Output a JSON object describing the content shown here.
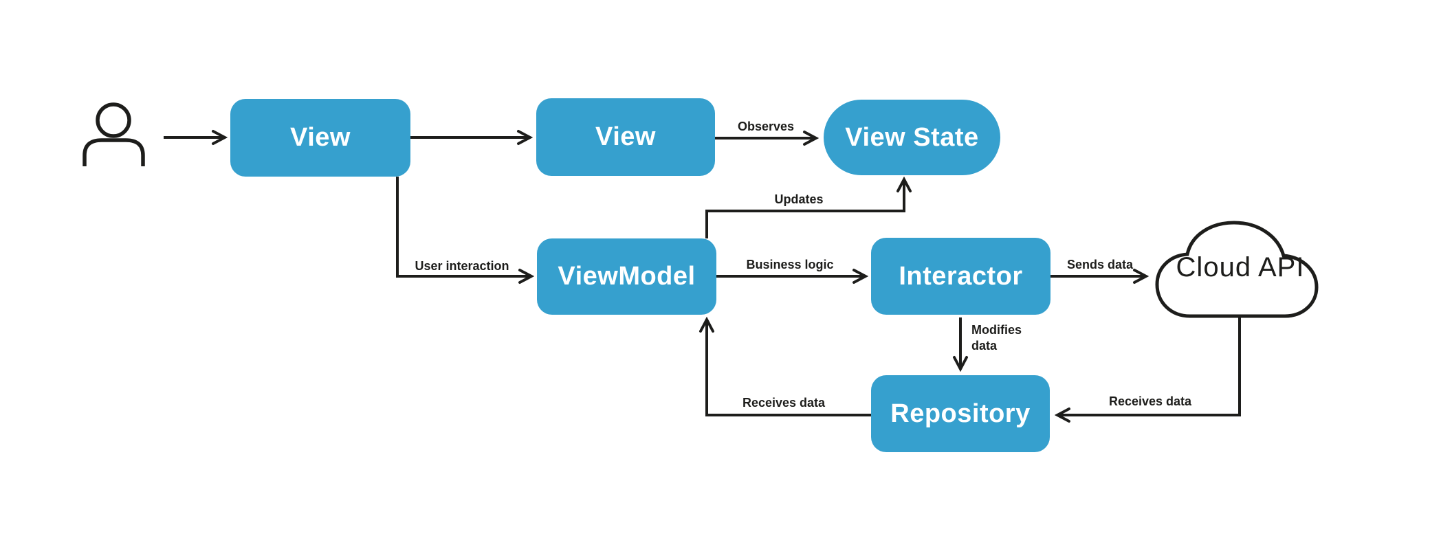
{
  "nodes": {
    "view1": {
      "label": "View"
    },
    "view2": {
      "label": "View"
    },
    "view_state": {
      "label": "View State"
    },
    "view_model": {
      "label": "ViewModel"
    },
    "interactor": {
      "label": "Interactor"
    },
    "repository": {
      "label": "Repository"
    },
    "cloud_api": {
      "label": "Cloud API"
    }
  },
  "edges": {
    "observes": {
      "label": "Observes"
    },
    "updates": {
      "label": "Updates"
    },
    "user_interaction": {
      "label": "User interaction"
    },
    "business_logic": {
      "label": "Business logic"
    },
    "sends_data": {
      "label": "Sends data"
    },
    "modifies_data": {
      "label": "Modifies data"
    },
    "receives_data_left": {
      "label": "Receives data"
    },
    "receives_data_right": {
      "label": "Receives data"
    }
  },
  "icons": {
    "user": "user-icon"
  },
  "colors": {
    "node_fill": "#36A0CE",
    "node_text": "#FFFFFF",
    "line": "#1D1D1B",
    "label": "#1D1D1B",
    "background": "#FFFFFF",
    "cloud_fill": "#FFFFFF"
  }
}
